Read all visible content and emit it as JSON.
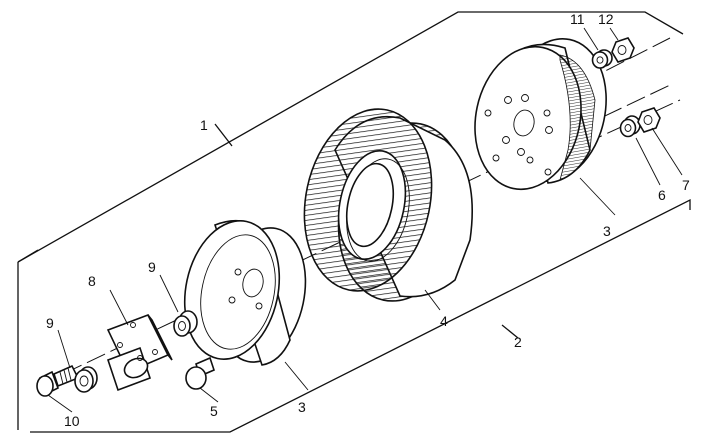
{
  "callouts": {
    "c1": "1",
    "c2": "2",
    "c3a": "3",
    "c3b": "3",
    "c3c": "3",
    "c4": "4",
    "c5": "5",
    "c6": "6",
    "c7": "7",
    "c8": "8",
    "c9a": "9",
    "c9b": "9",
    "c10": "10",
    "c11": "11",
    "c12": "12"
  },
  "colors": {
    "ink": "#111111",
    "paper": "#ffffff"
  }
}
